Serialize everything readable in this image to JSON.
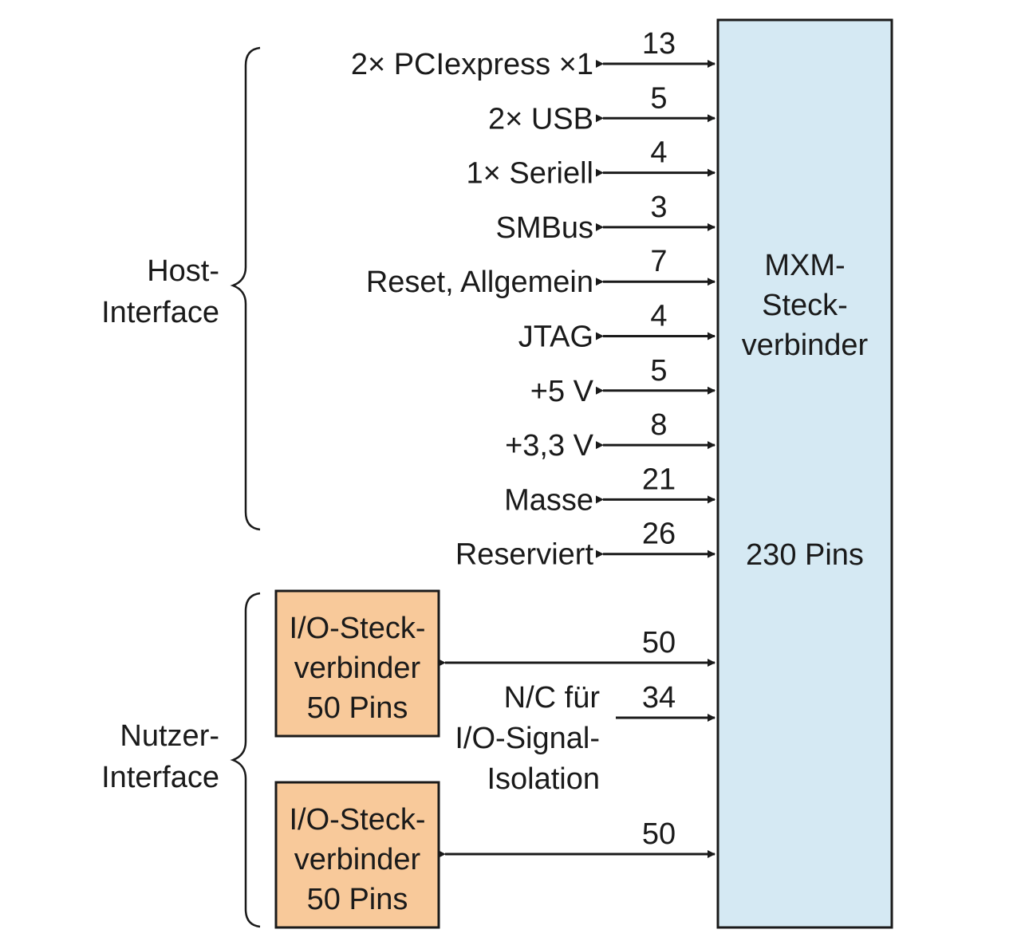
{
  "host_group_label": [
    "Host-",
    "Interface"
  ],
  "user_group_label": [
    "Nutzer-",
    "Interface"
  ],
  "mxm_connector": {
    "title_lines": [
      "MXM-",
      "Steck-",
      "verbinder"
    ],
    "pins_label": "230 Pins",
    "fill": "#d5e9f3"
  },
  "host_signals": [
    {
      "label": "2× PCIexpress ×1",
      "pins": "13",
      "direction": "bidirectional"
    },
    {
      "label": "2× USB",
      "pins": "5",
      "direction": "bidirectional"
    },
    {
      "label": "1× Seriell",
      "pins": "4",
      "direction": "bidirectional"
    },
    {
      "label": "SMBus",
      "pins": "3",
      "direction": "bidirectional"
    },
    {
      "label": "Reset, Allgemein",
      "pins": "7",
      "direction": "bidirectional"
    },
    {
      "label": "JTAG",
      "pins": "4",
      "direction": "bidirectional"
    },
    {
      "label": "+5 V",
      "pins": "5",
      "direction": "bidirectional"
    },
    {
      "label": "+3,3 V",
      "pins": "8",
      "direction": "bidirectional"
    },
    {
      "label": "Masse",
      "pins": "21",
      "direction": "bidirectional"
    },
    {
      "label": "Reserviert",
      "pins": "26",
      "direction": "bidirectional"
    }
  ],
  "io_connectors": [
    {
      "lines": [
        "I/O-Steck-",
        "verbinder",
        "50 Pins"
      ],
      "pins": "50",
      "fill": "#f8c99a"
    },
    {
      "lines": [
        "I/O-Steck-",
        "verbinder",
        "50 Pins"
      ],
      "pins": "50",
      "fill": "#f8c99a"
    }
  ],
  "nc_link": {
    "pins": "34",
    "label_lines": [
      "N/C für",
      "I/O-Signal-",
      "Isolation"
    ]
  }
}
